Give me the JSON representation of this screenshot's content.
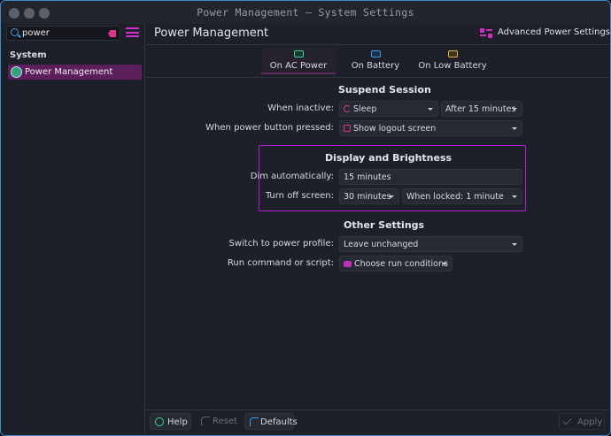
{
  "window": {
    "title": "Power Management — System Settings"
  },
  "sidebar": {
    "search_value": "power",
    "section_label": "System",
    "items": [
      {
        "label": "Power Management",
        "selected": true
      }
    ]
  },
  "header": {
    "title": "Power Management",
    "advanced_label": "Advanced Power Settings..."
  },
  "tabs": [
    {
      "label": "On AC Power",
      "active": true,
      "icon_color": "#3fcf8e"
    },
    {
      "label": "On Battery",
      "active": false,
      "icon_color": "#3b9ae8"
    },
    {
      "label": "On Low Battery",
      "active": false,
      "icon_color": "#e0b63b"
    }
  ],
  "suspend": {
    "title": "Suspend Session",
    "inactive_label": "When inactive:",
    "inactive_action": "Sleep",
    "inactive_delay": "After 15 minutes",
    "power_button_label": "When power button pressed:",
    "power_button_action": "Show logout screen"
  },
  "display": {
    "title": "Display and Brightness",
    "dim_label": "Dim automatically:",
    "dim_value": "15 minutes",
    "turnoff_label": "Turn off screen:",
    "turnoff_value": "30 minutes",
    "turnoff_locked_value": "When locked: 1 minute"
  },
  "other": {
    "title": "Other Settings",
    "profile_label": "Switch to power profile:",
    "profile_value": "Leave unchanged",
    "command_label": "Run command or script:",
    "command_value": "Choose run conditions"
  },
  "footer": {
    "help": "Help",
    "reset": "Reset",
    "defaults": "Defaults",
    "apply": "Apply"
  },
  "colors": {
    "accent": "#b21bd0",
    "selection": "#5d1f5c",
    "window_border": "#3a8bd0"
  }
}
